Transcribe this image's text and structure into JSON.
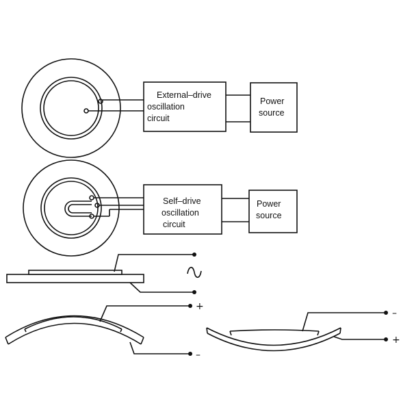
{
  "diagram_top": {
    "box1_lines": [
      "External–drive",
      "oscillation",
      "circuit"
    ],
    "box2_lines": [
      "Power",
      "source"
    ]
  },
  "diagram_middle": {
    "box1_lines": [
      "Self–drive",
      "oscillation",
      "circuit"
    ],
    "box2_lines": [
      "Power",
      "source"
    ]
  },
  "diagram_flat": {
    "ac_symbol": "~"
  },
  "diagram_bent_left": {
    "top_polarity": "+",
    "bottom_polarity": "–"
  },
  "diagram_bent_right": {
    "top_polarity": "–",
    "bottom_polarity": "+"
  }
}
